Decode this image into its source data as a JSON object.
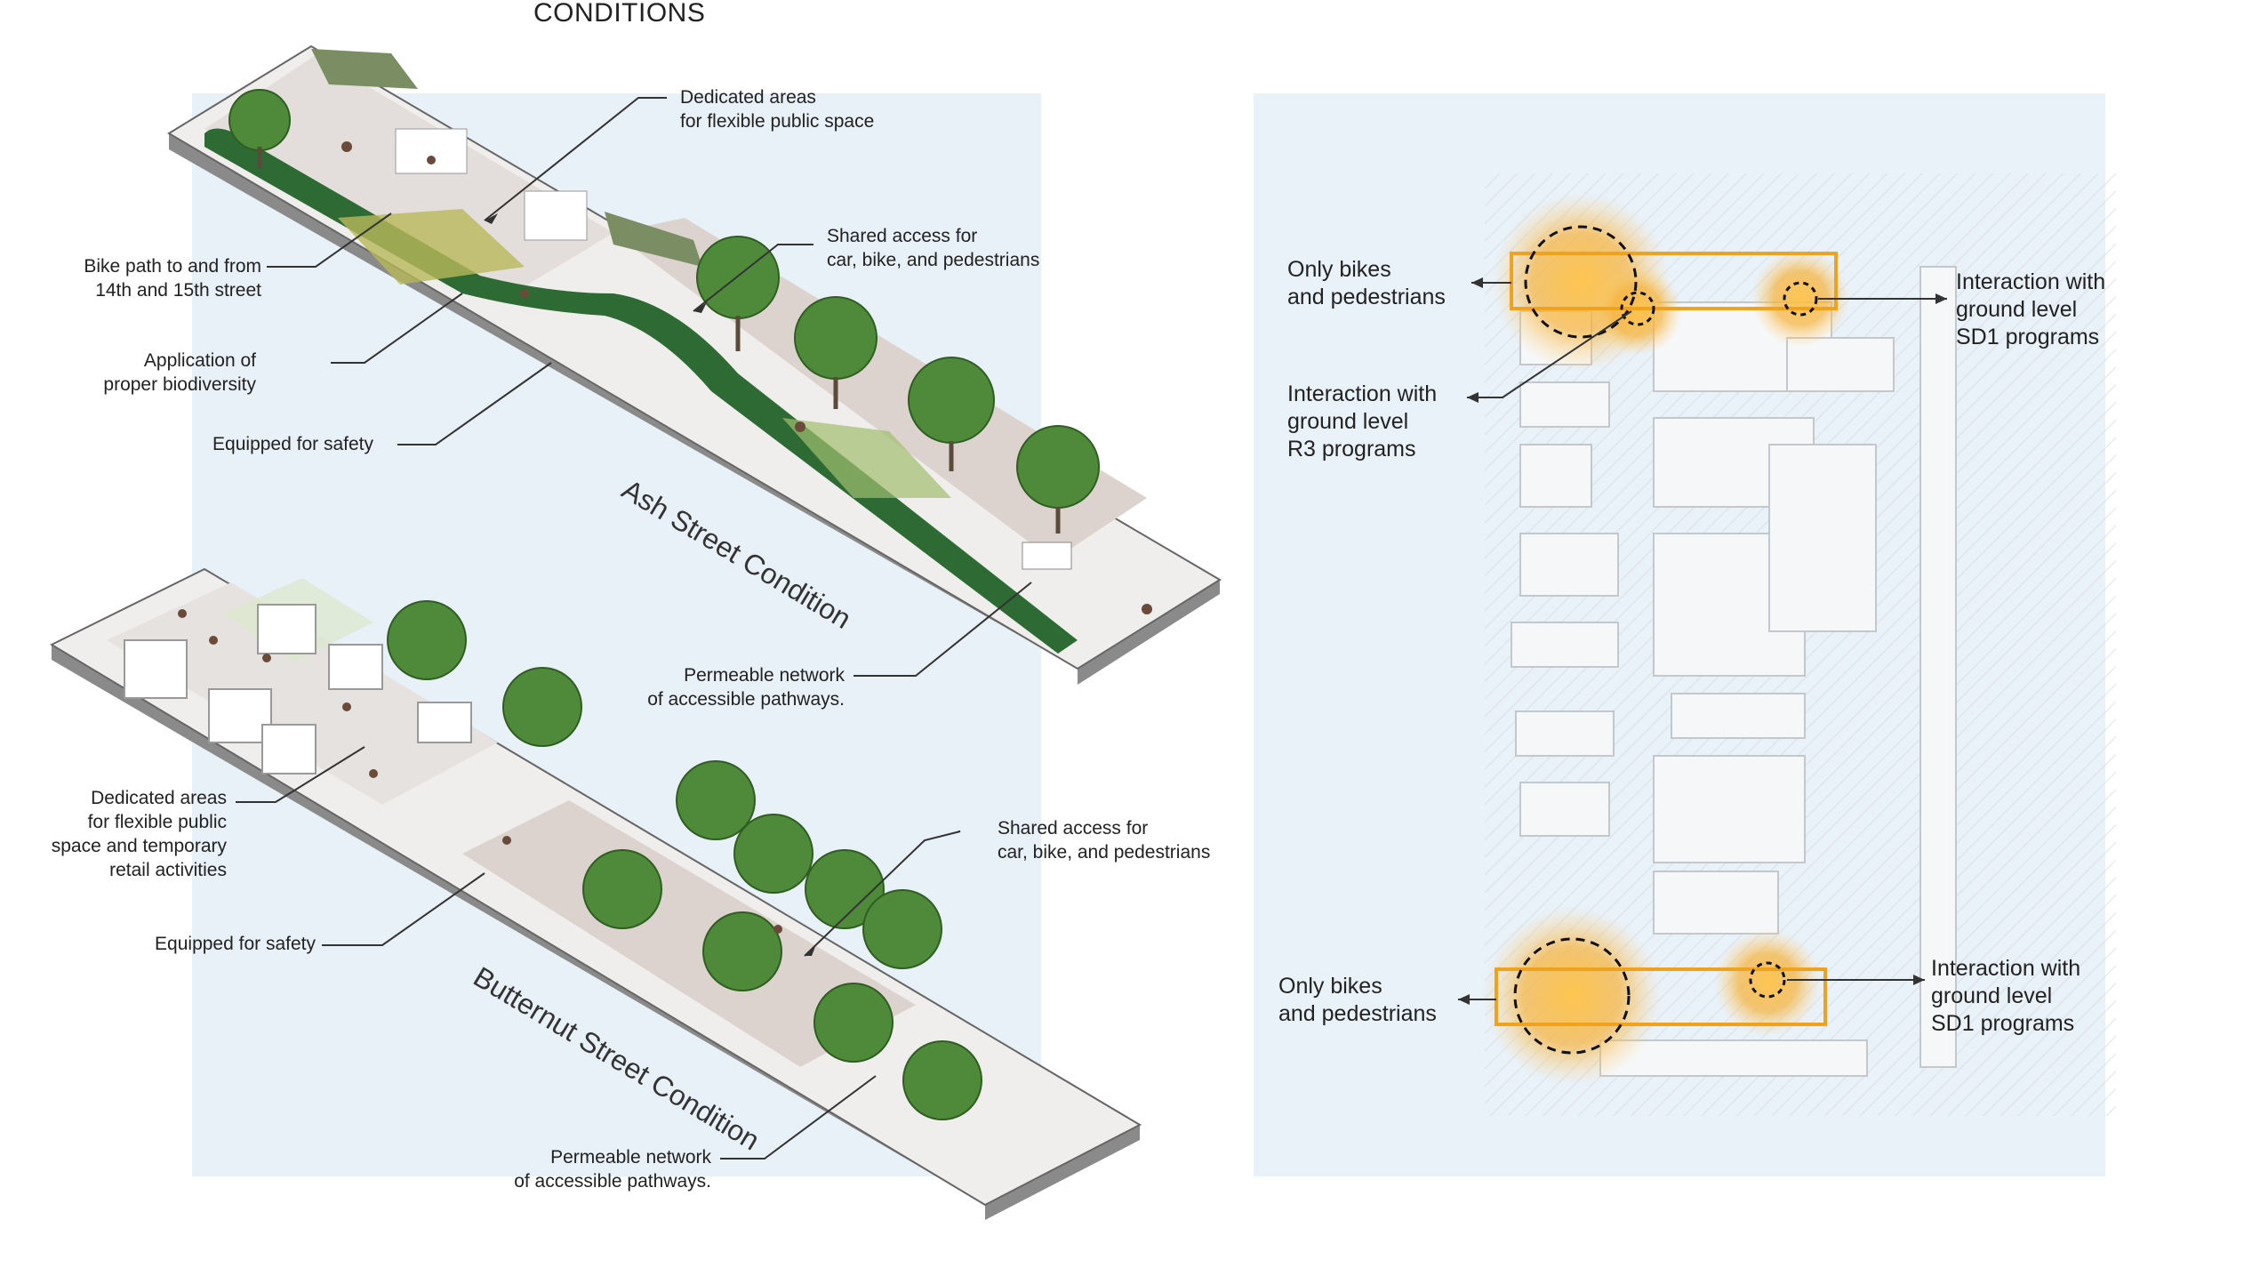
{
  "header": {
    "title": "CONDITIONS"
  },
  "ash": {
    "street_name": "Ash Street Condition",
    "dedicated_areas": [
      "Dedicated areas",
      "for flexible public space"
    ],
    "bike_path": [
      "Bike path to and from",
      "14th and 15th street"
    ],
    "shared_access": [
      "Shared access for",
      "car, bike, and pedestrians"
    ],
    "biodiversity": [
      "Application of",
      "proper biodiversity"
    ],
    "safety": "Equipped for safety",
    "permeable": [
      "Permeable network",
      "of accessible pathways."
    ]
  },
  "butternut": {
    "street_name": "Butternut Street Condition",
    "dedicated_areas": [
      "Dedicated areas",
      "for flexible public",
      "space and temporary",
      "retail activities"
    ],
    "shared_access": [
      "Shared access for",
      "car, bike, and pedestrians"
    ],
    "safety": "Equipped for safety",
    "permeable": [
      "Permeable network",
      "of accessible pathways."
    ]
  },
  "plan": {
    "top_left": [
      "Only bikes",
      "and pedestrians"
    ],
    "top_right": [
      "Interaction with",
      "ground level",
      "SD1 programs"
    ],
    "mid_left": [
      "Interaction with",
      "ground level",
      "R3 programs"
    ],
    "bottom_left": [
      "Only bikes",
      "and pedestrians"
    ],
    "bottom_right": [
      "Interaction with",
      "ground level",
      "SD1 programs"
    ]
  },
  "colors": {
    "panel_bg": "#e8f0f8",
    "bike_lane": "#2e6b34",
    "highlight": "#f0a21c",
    "glow": "#ffc347",
    "tree": "#4e8a3a"
  }
}
